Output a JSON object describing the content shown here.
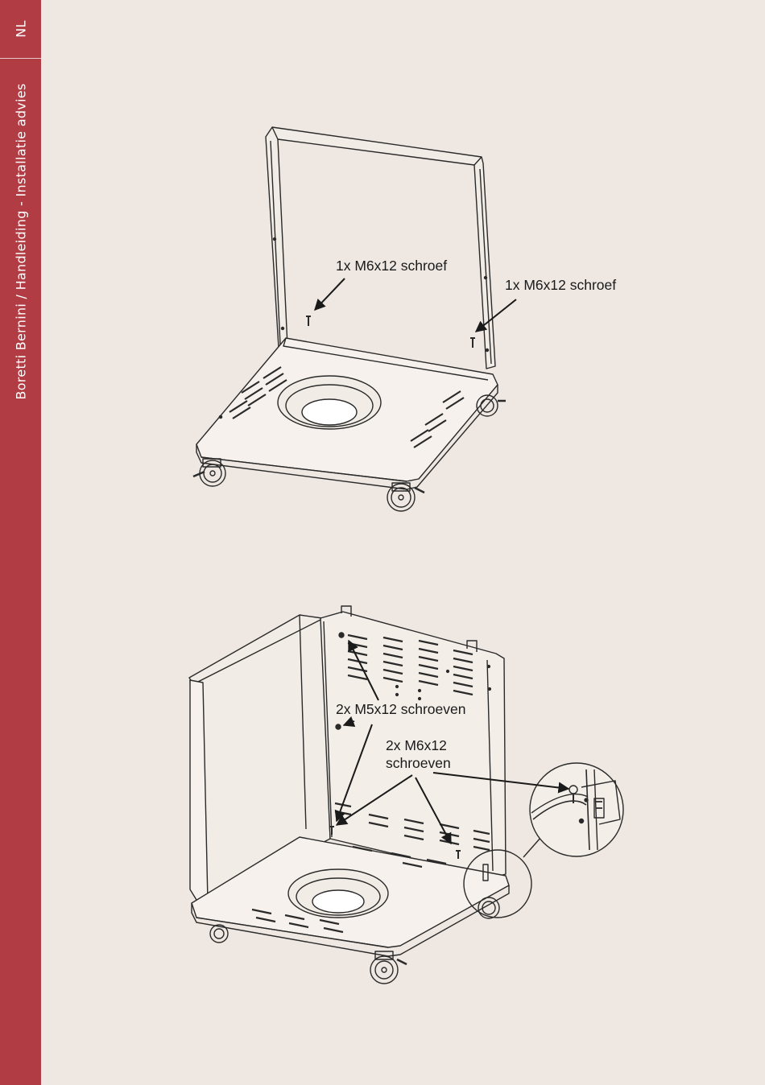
{
  "sidebar": {
    "language_code": "NL",
    "document_title": "Boretti Bernini / Handleiding - Installatie advies"
  },
  "figure1": {
    "callouts": [
      "1x M6x12 schroef",
      "1x M6x12 schroef"
    ]
  },
  "figure2": {
    "callouts": [
      "2x M5x12 schroeven",
      "2x M6x12",
      "schroeven"
    ]
  },
  "colors": {
    "sidebar": "#b23c44",
    "background": "#efe8e2",
    "line_art": "#2a2a2a"
  }
}
